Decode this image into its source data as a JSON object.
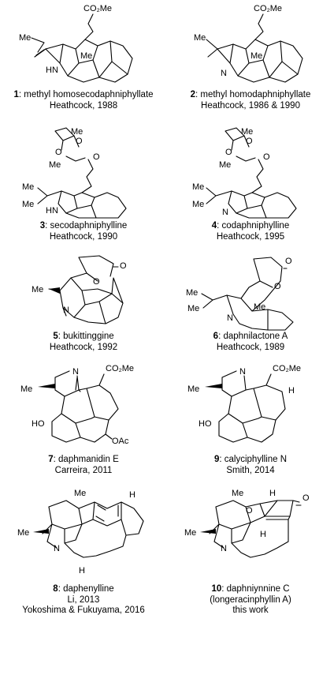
{
  "compounds": [
    {
      "number": "1",
      "name": "methyl homosecodaphniphyllate",
      "lines": [
        "Heathcock, 1988"
      ],
      "atoms": {
        "ester": "CO₂Me",
        "me1": "Me",
        "me2": "Me",
        "nh": "HN"
      }
    },
    {
      "number": "2",
      "name": "methyl homodaphniphyllate",
      "lines": [
        "Heathcock, 1986 & 1990"
      ],
      "atoms": {
        "ester": "CO₂Me",
        "me1": "Me",
        "me2": "Me",
        "n": "N"
      }
    },
    {
      "number": "3",
      "name": "secodaphniphylline",
      "lines": [
        "Heathcock, 1990"
      ],
      "atoms": {
        "me_top": "Me",
        "o1": "O",
        "o2": "O",
        "o3": "O",
        "me_mid": "Me",
        "me1": "Me",
        "me2": "Me",
        "nh": "HN"
      }
    },
    {
      "number": "4",
      "name": "codaphniphylline",
      "lines": [
        "Heathcock, 1995"
      ],
      "atoms": {
        "me_top": "Me",
        "o1": "O",
        "o2": "O",
        "o3": "O",
        "me_mid": "Me",
        "me1": "Me",
        "me2": "Me",
        "n": "N"
      }
    },
    {
      "number": "5",
      "name": "bukittinggine",
      "lines": [
        "Heathcock, 1992"
      ],
      "atoms": {
        "o1": "O",
        "o2": "O",
        "me": "Me",
        "n": "N"
      }
    },
    {
      "number": "6",
      "name": "daphnilactone A",
      "lines": [
        "Heathcock, 1989"
      ],
      "atoms": {
        "o1": "O",
        "o2": "O",
        "me1": "Me",
        "me2": "Me",
        "me3": "Me",
        "n": "N"
      }
    },
    {
      "number": "7",
      "name": "daphmanidin E",
      "lines": [
        "Carreira, 2011"
      ],
      "atoms": {
        "n": "N",
        "ester": "CO₂Me",
        "me": "Me",
        "ho": "HO",
        "oac": "OAc"
      }
    },
    {
      "number": "9",
      "name": "calyciphylline N",
      "lines": [
        "Smith, 2014"
      ],
      "atoms": {
        "n": "N",
        "ester": "CO₂Me",
        "h": "H",
        "me": "Me",
        "ho": "HO"
      }
    },
    {
      "number": "8",
      "name": "daphenylline",
      "lines": [
        "Li, 2013",
        "Yokoshima & Fukuyama, 2016"
      ],
      "atoms": {
        "me_top": "Me",
        "h_top": "H",
        "me": "Me",
        "n": "N",
        "h_bot": "H"
      }
    },
    {
      "number": "10",
      "name": "daphniynnine C",
      "lines": [
        "(longeracinphyllin A)",
        "this work"
      ],
      "atoms": {
        "me_top": "Me",
        "o1": "O",
        "o2": "O",
        "h_top": "H",
        "me": "Me",
        "n": "N",
        "h_bot": "H"
      }
    }
  ]
}
